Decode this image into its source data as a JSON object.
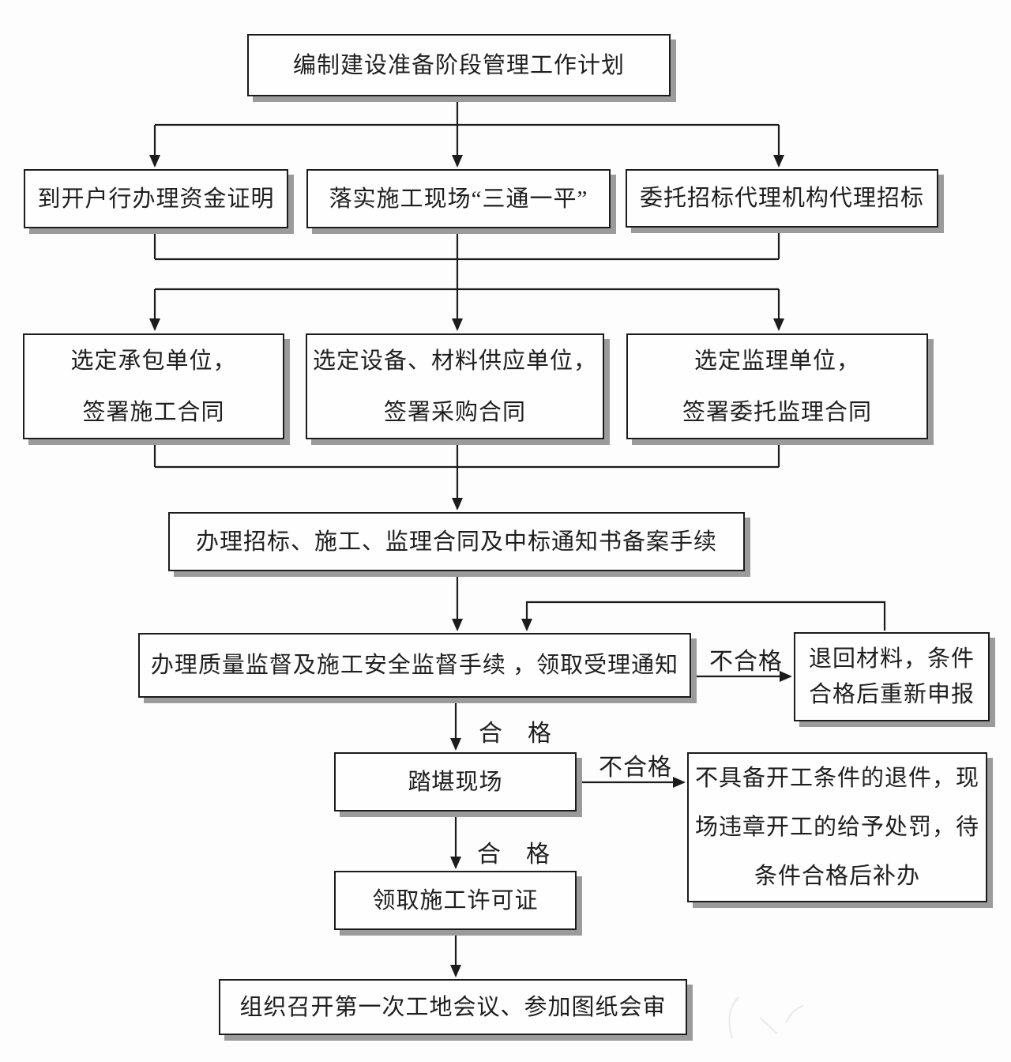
{
  "diagram_type": "flowchart",
  "colors": {
    "background": "#fdfdfd",
    "box_fill": "#fefefe",
    "box_border": "#1c1c1c",
    "box_shadow": "#9b9b9b",
    "connector_line": "#1c1c1c",
    "text": "#1f1f1f"
  },
  "nodes": {
    "plan": {
      "lines": [
        "编制建设准备阶段管理工作计划"
      ]
    },
    "fund": {
      "lines": [
        "到开户行办理资金证明"
      ]
    },
    "site": {
      "lines": [
        "落实施工现场“三通一平”"
      ]
    },
    "agency": {
      "lines": [
        "委托招标代理机构代理招标"
      ]
    },
    "contractor": {
      "lines": [
        "选定承包单位，",
        "签署施工合同"
      ]
    },
    "supplier": {
      "lines": [
        "选定设备、材料供应单位，",
        "签署采购合同"
      ]
    },
    "supervisor": {
      "lines": [
        "选定监理单位，",
        "签署委托监理合同"
      ]
    },
    "filing": {
      "lines": [
        "办理招标、施工、监理合同及中标通知书备案手续"
      ]
    },
    "quality": {
      "lines": [
        "办理质量监督及施工安全监督手续 ，领取受理通知"
      ]
    },
    "return_materials": {
      "lines": [
        "退回材料，条件",
        "合格后重新申报"
      ]
    },
    "site_inspection": {
      "lines": [
        "踏堪现场"
      ]
    },
    "reject": {
      "lines": [
        "不具备开工条件的退件，现",
        "场违章开工的给予处罚，待",
        "条件合格后补办"
      ]
    },
    "permit": {
      "lines": [
        "领取施工许可证"
      ]
    },
    "first_meeting": {
      "lines": [
        "组织召开第一次工地会议、参加图纸会审"
      ]
    }
  },
  "edge_labels": {
    "quality_fail": "不合格",
    "quality_pass": "合　格",
    "inspection_fail": "不合格",
    "inspection_pass": "合　格"
  }
}
